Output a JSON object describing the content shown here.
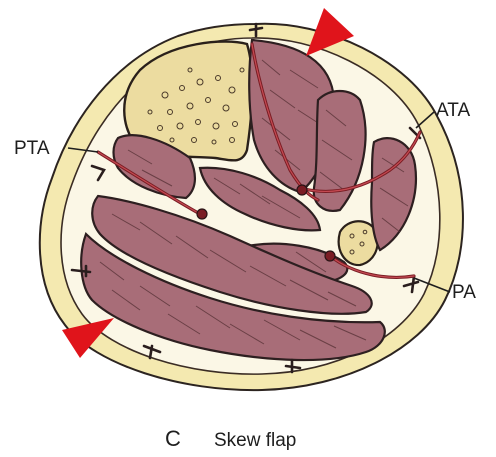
{
  "panel": {
    "letter": "C",
    "caption": "Skew flap"
  },
  "labels": {
    "ata": "ATA",
    "pta": "PTA",
    "pa": "PA"
  },
  "colors": {
    "skin": "#f4e9b0",
    "skin_outline": "#2c2420",
    "subcutaneous": "#fbf7e6",
    "muscle": "#a86d78",
    "bone": "#ecdca0",
    "vessel": "#7a1d24",
    "arrow": "#e0141b"
  }
}
